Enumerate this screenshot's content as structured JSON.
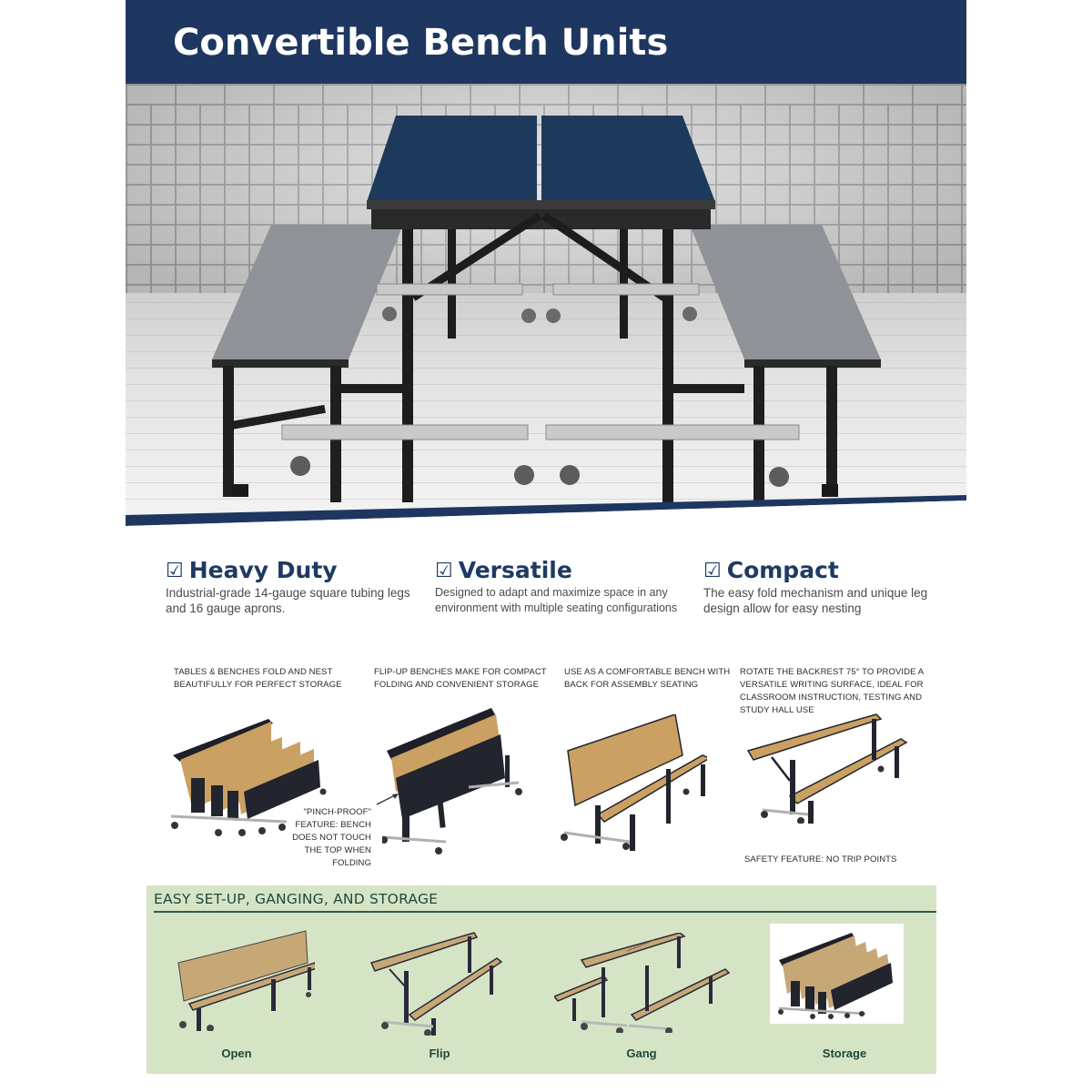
{
  "header": {
    "title": "Convertible Bench Units",
    "background_color": "#1e3760"
  },
  "hero": {
    "image": "convertible-bench-table-photo",
    "tabletop_color": "#1d3a5c",
    "accent_bar_color": "#1e3760"
  },
  "features": [
    {
      "icon": "checkbox-icon",
      "check_glyph": "☑",
      "title": "Heavy Duty",
      "description_lines": [
        "Industrial-grade 14-gauge square tubing legs",
        "and 16 gauge aprons."
      ]
    },
    {
      "icon": "checkbox-icon",
      "check_glyph": "☑",
      "title": "Versatile",
      "description_lines": [
        "Designed to adapt and maximize space in any",
        "environment with multiple seating configurations"
      ]
    },
    {
      "icon": "checkbox-icon",
      "check_glyph": "☑",
      "title": "Compact",
      "description_lines": [
        "The easy fold mechanism and unique leg",
        "design allow for easy nesting"
      ]
    }
  ],
  "configurations": [
    {
      "image": "nested-folded-tables",
      "caption_lines": [
        "TABLES & BENCHES FOLD AND NEST",
        "BEAUTIFULLY FOR PERFECT STORAGE"
      ]
    },
    {
      "image": "flip-up-bench",
      "caption_lines": [
        "FLIP-UP BENCHES MAKE FOR COMPACT",
        "FOLDING AND CONVENIENT STORAGE"
      ],
      "callout_lines": [
        "\"PINCH-PROOF\"",
        "FEATURE: BENCH",
        "DOES NOT TOUCH",
        "THE TOP WHEN",
        "FOLDING"
      ]
    },
    {
      "image": "bench-with-back",
      "caption_lines": [
        "USE AS A COMFORTABLE BENCH WITH",
        "BACK FOR ASSEMBLY SEATING"
      ]
    },
    {
      "image": "writing-surface-bench",
      "caption_lines": [
        "ROTATE THE BACKREST 75° TO PROVIDE A",
        "VERSATILE WRITING SURFACE, IDEAL FOR",
        "CLASSROOM INSTRUCTION, TESTING AND",
        "STUDY HALL USE"
      ],
      "footnote": "SAFETY FEATURE: NO TRIP POINTS"
    }
  ],
  "setup_panel": {
    "title": "EASY SET-UP, GANGING, AND STORAGE",
    "background_color": "#d6e4c6",
    "items": [
      {
        "label": "Open",
        "image": "open-bench"
      },
      {
        "label": "Flip",
        "image": "flip-bench"
      },
      {
        "label": "Gang",
        "image": "ganged-table"
      },
      {
        "label": "Storage",
        "image": "stored-tables"
      }
    ]
  }
}
